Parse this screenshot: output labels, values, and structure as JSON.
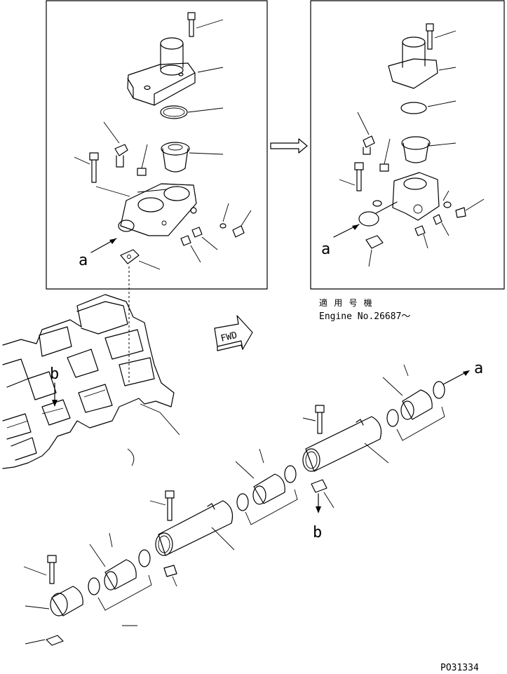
{
  "labels": {
    "a_upper_left": "a",
    "a_upper_right": "a",
    "a_pipe_end": "a",
    "b_engine": "b",
    "b_pipe": "b",
    "fwd": "FWD"
  },
  "serial_note": {
    "line1": "適 用 号 機",
    "line2": "Engine No.26687～"
  },
  "drawing_code": "PO31334"
}
